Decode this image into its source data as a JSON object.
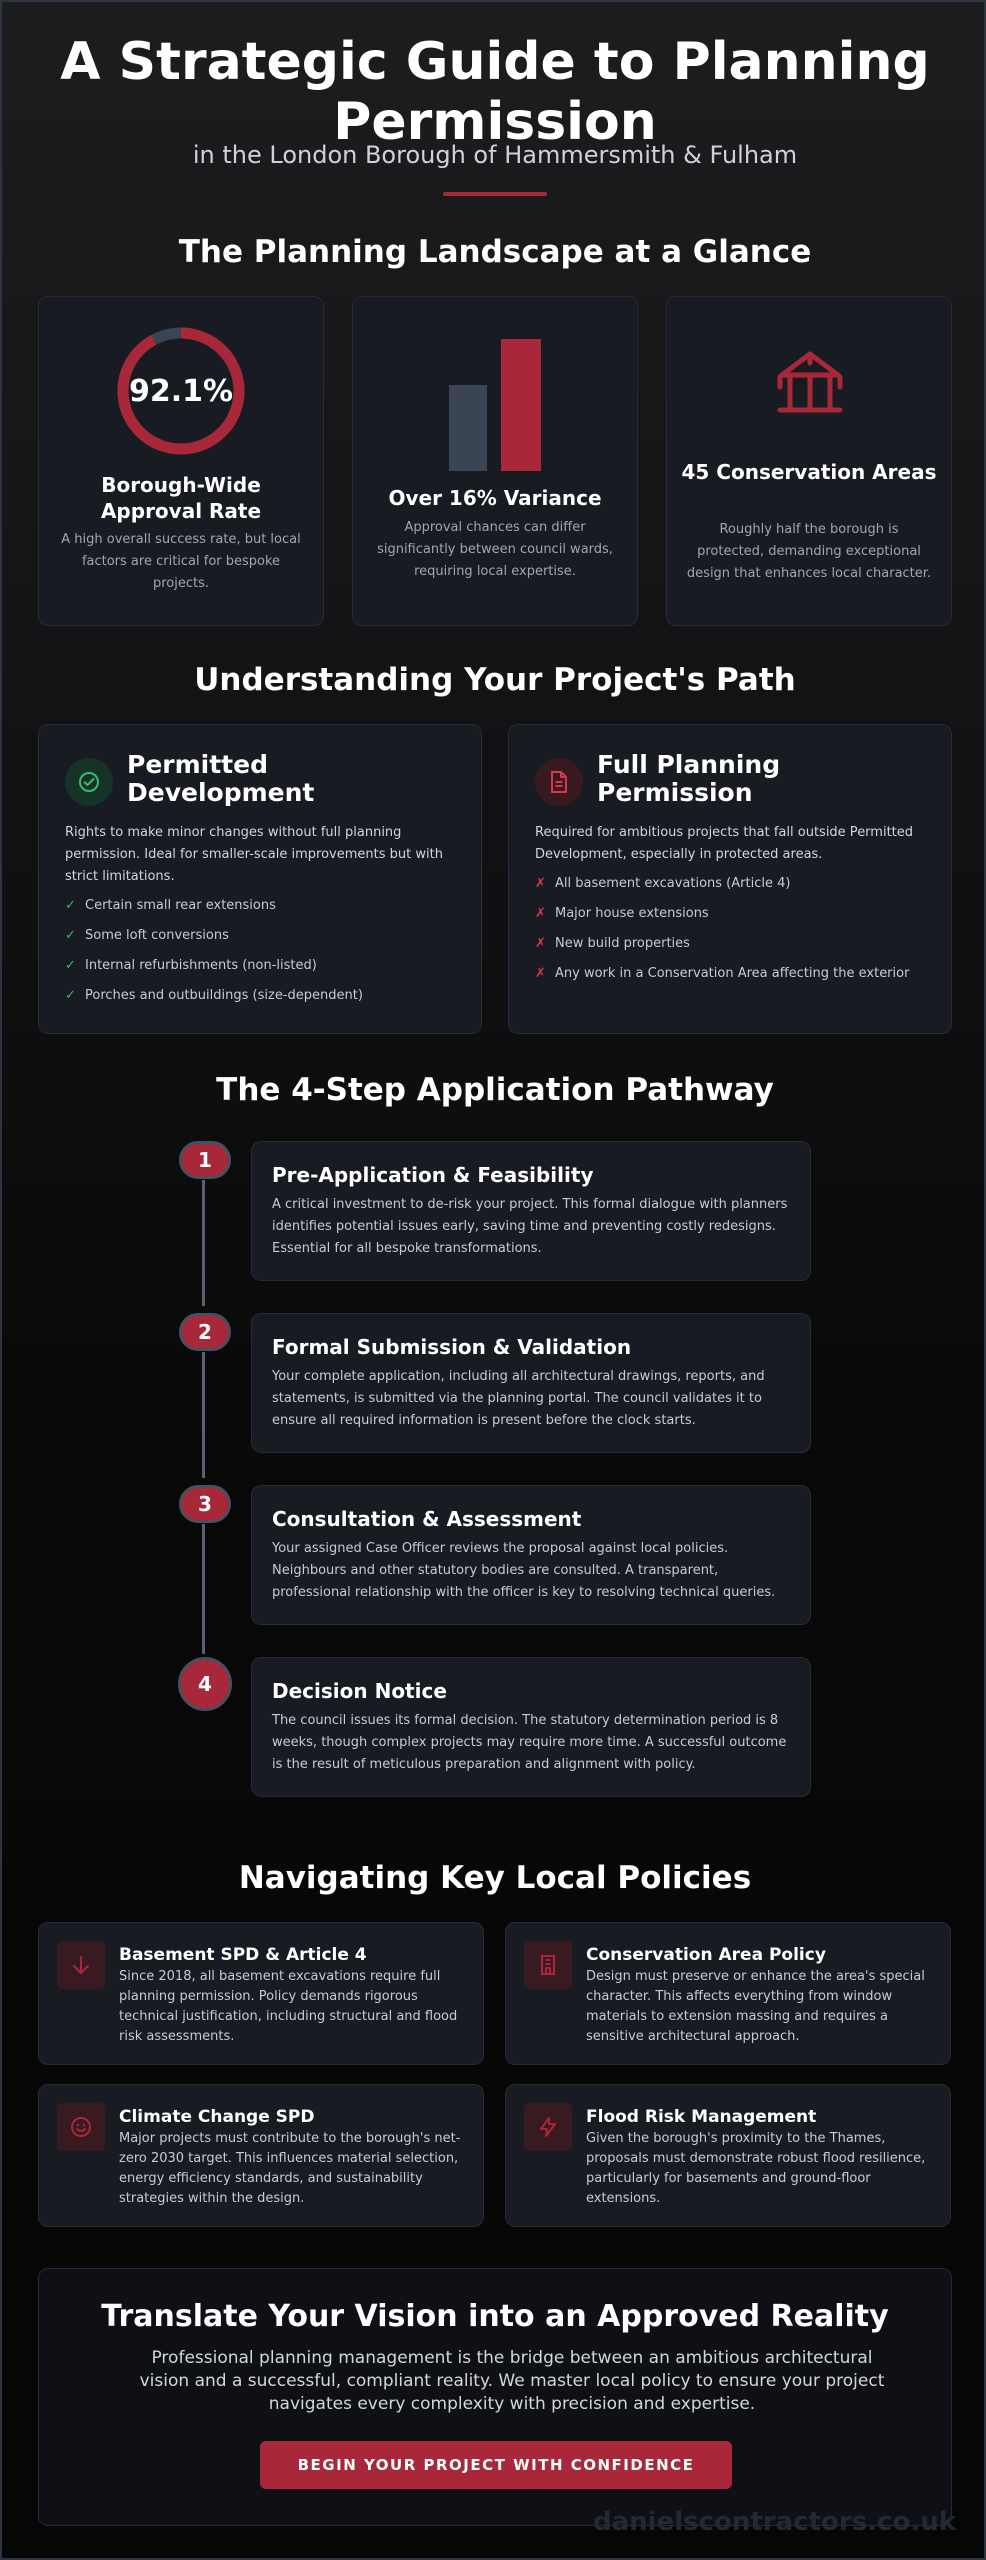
{
  "header": {
    "title": "A Strategic Guide to Planning Permission",
    "subtitle": "in the London Borough of Hammersmith & Fulham"
  },
  "landscape": {
    "heading": "The Planning Landscape at a Glance",
    "approval": {
      "value_label": "92.1%",
      "value": 92.1,
      "title": "Borough-Wide Approval Rate",
      "desc": "A high overall success rate, but local factors are critical for bespoke projects."
    },
    "variance": {
      "title": "Over 16% Variance",
      "desc": "Approval chances can differ significantly between council wards, requiring local expertise."
    },
    "conservation": {
      "title": "45 Conservation Areas",
      "desc": "Roughly half the borough is protected, demanding exceptional design that enhances local character.",
      "icon": "landmark-icon"
    }
  },
  "project_path": {
    "heading": "Understanding Your Project's Path",
    "permitted": {
      "title": "Permitted Development",
      "desc": "Rights to make minor changes without full planning permission. Ideal for smaller-scale improvements but with strict limitations.",
      "items": [
        "Certain small rear extensions",
        "Some loft conversions",
        "Internal refurbishments (non-listed)",
        "Porches and outbuildings (size-dependent)"
      ],
      "mark": "✓",
      "icon": "check-circle-icon"
    },
    "full": {
      "title": "Full Planning Permission",
      "desc": "Required for ambitious projects that fall outside Permitted Development, especially in protected areas.",
      "items": [
        "All basement excavations (Article 4)",
        "Major house extensions",
        "New build properties",
        "Any work in a Conservation Area affecting the exterior"
      ],
      "mark": "✗",
      "icon": "document-icon"
    }
  },
  "pathway": {
    "heading": "The 4-Step Application Pathway",
    "steps": [
      {
        "num": "1",
        "title": "Pre-Application & Feasibility",
        "desc": "A critical investment to de-risk your project. This formal dialogue with planners identifies potential issues early, saving time and preventing costly redesigns. Essential for all bespoke transformations."
      },
      {
        "num": "2",
        "title": "Formal Submission & Validation",
        "desc": "Your complete application, including all architectural drawings, reports, and statements, is submitted via the planning portal. The council validates it to ensure all required information is present before the clock starts."
      },
      {
        "num": "3",
        "title": "Consultation & Assessment",
        "desc": "Your assigned Case Officer reviews the proposal against local policies. Neighbours and other statutory bodies are consulted. A transparent, professional relationship with the officer is key to resolving technical queries."
      },
      {
        "num": "4",
        "title": "Decision Notice",
        "desc": "The council issues its formal decision. The statutory determination period is 8 weeks, though complex projects may require more time. A successful outcome is the result of meticulous preparation and alignment with policy."
      }
    ]
  },
  "policies": {
    "heading": "Navigating Key Local Policies",
    "items": [
      {
        "title": "Basement SPD & Article 4",
        "desc": "Since 2018, all basement excavations require full planning permission. Policy demands rigorous technical justification, including structural and flood risk assessments.",
        "icon": "arrow-down-icon"
      },
      {
        "title": "Conservation Area Policy",
        "desc": "Design must preserve or enhance the area's special character. This affects everything from window materials to extension massing and requires a sensitive architectural approach.",
        "icon": "building-icon"
      },
      {
        "title": "Climate Change SPD",
        "desc": "Major projects must contribute to the borough's net-zero 2030 target. This influences material selection, energy efficiency standards, and sustainability strategies within the design.",
        "icon": "smile-icon"
      },
      {
        "title": "Flood Risk Management",
        "desc": "Given the borough's proximity to the Thames, proposals must demonstrate robust flood resilience, particularly for basements and ground-floor extensions.",
        "icon": "lightning-icon"
      }
    ]
  },
  "cta": {
    "title": "Translate Your Vision into an Approved Reality",
    "desc": "Professional planning management is the bridge between an ambitious architectural vision and a successful, compliant reality. We master local policy to ensure your project navigates every complexity with precision and expertise.",
    "button": "BEGIN YOUR PROJECT WITH CONFIDENCE"
  },
  "watermark": "danielscontractors.co.uk",
  "colors": {
    "accent": "#a8283a",
    "success": "#3fb870",
    "danger": "#d8384e"
  }
}
